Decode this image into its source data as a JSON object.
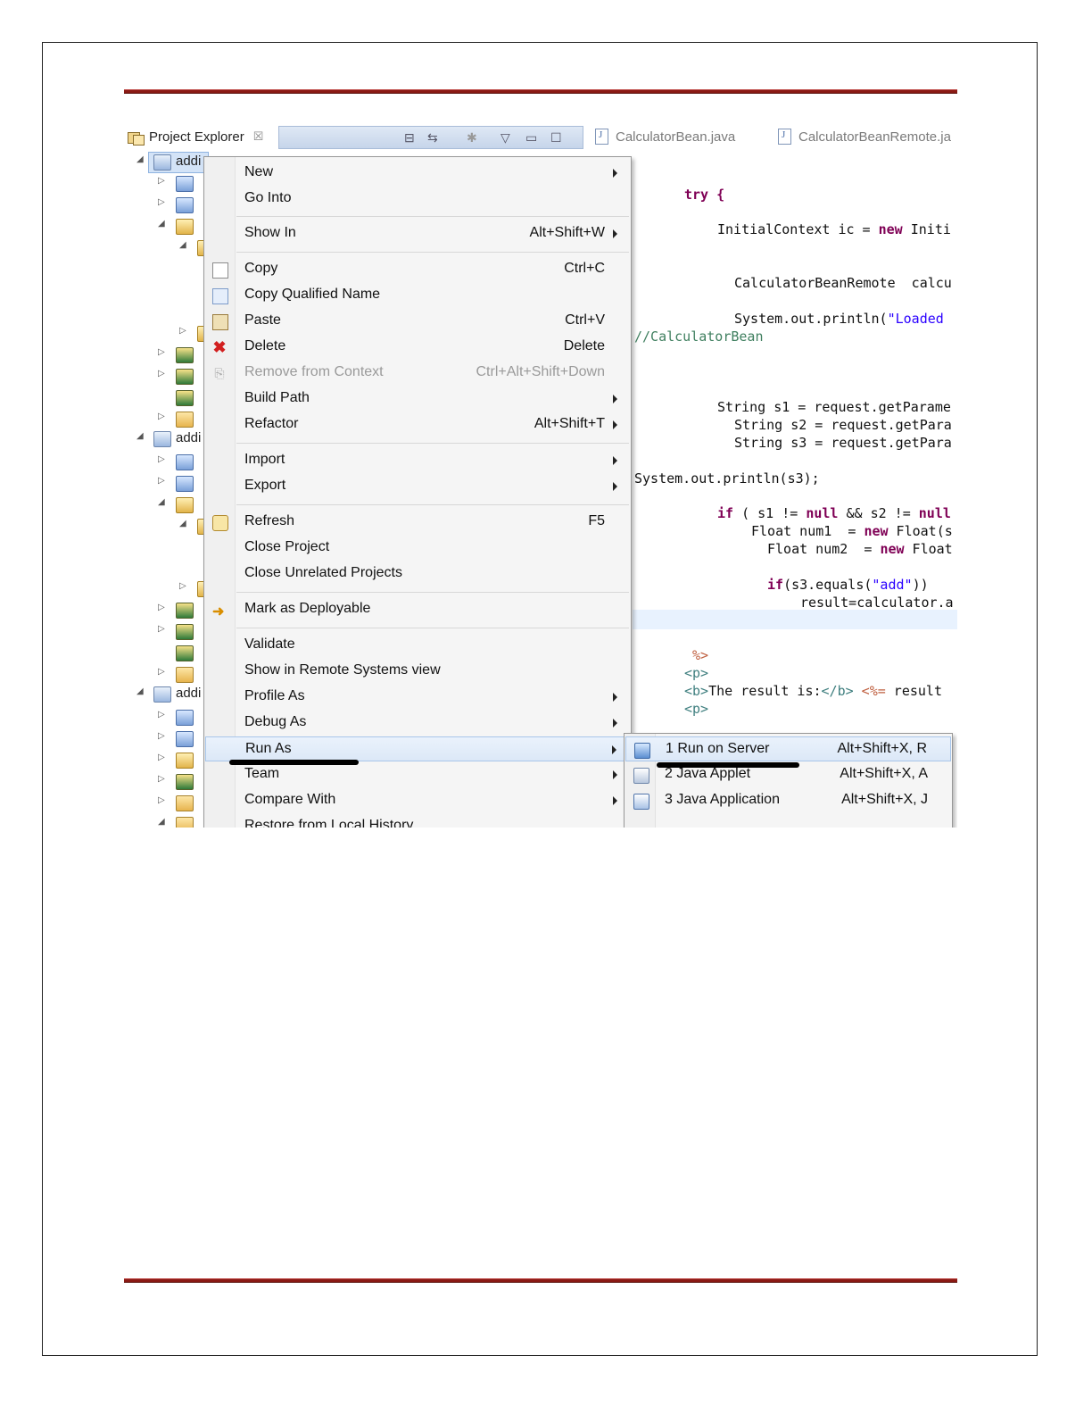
{
  "project_explorer": {
    "title": "Project Explorer",
    "close_glyph": "☒",
    "tree_label_prefix": "addi"
  },
  "editor": {
    "tabs": [
      "CalculatorBean.java",
      "CalculatorBeanRemote.ja"
    ],
    "code": {
      "l1": "try {",
      "l2a": "InitialContext ic = ",
      "l2b": "new",
      "l2c": " Initi",
      "l3": "CalculatorBeanRemote  calcu",
      "l4a": "System.out.println(",
      "l4b": "\"Loaded",
      "l5": "//CalculatorBean",
      "l6": "String s1 = request.getParame",
      "l7": "String s2 = request.getPara",
      "l8": "String s3 = request.getPara",
      "l9": "System.out.println(s3);",
      "l10a": "if",
      "l10b": " ( s1 != ",
      "l10c": "null",
      "l10d": " && s2 != ",
      "l10e": "null",
      "l11a": "Float num1  = ",
      "l11b": "new",
      "l11c": " Float(s",
      "l12a": "Float num2  = ",
      "l12b": "new",
      "l12c": " Float",
      "l13a": "if",
      "l13b": "(s3.equals(",
      "l13c": "\"add\"",
      "l13d": "))",
      "l14": "result=calculator.a",
      "l15": "%>",
      "l16": "<p>",
      "l17a": "<b>",
      "l17b": "The result is:",
      "l17c": "</b>",
      "l17d": " <%=",
      "l17e": " result",
      "l18": "<p>"
    }
  },
  "context_menu": {
    "items": [
      {
        "label": "New",
        "shortcut": ""
      },
      {
        "label": "Go Into",
        "shortcut": ""
      },
      {
        "label": "Show In",
        "shortcut": "Alt+Shift+W"
      },
      {
        "label": "Copy",
        "shortcut": "Ctrl+C"
      },
      {
        "label": "Copy Qualified Name",
        "shortcut": ""
      },
      {
        "label": "Paste",
        "shortcut": "Ctrl+V"
      },
      {
        "label": "Delete",
        "shortcut": "Delete"
      },
      {
        "label": "Remove from Context",
        "shortcut": "Ctrl+Alt+Shift+Down"
      },
      {
        "label": "Build Path",
        "shortcut": ""
      },
      {
        "label": "Refactor",
        "shortcut": "Alt+Shift+T"
      },
      {
        "label": "Import",
        "shortcut": ""
      },
      {
        "label": "Export",
        "shortcut": ""
      },
      {
        "label": "Refresh",
        "shortcut": "F5"
      },
      {
        "label": "Close Project",
        "shortcut": ""
      },
      {
        "label": "Close Unrelated Projects",
        "shortcut": ""
      },
      {
        "label": "Mark as Deployable",
        "shortcut": ""
      },
      {
        "label": "Validate",
        "shortcut": ""
      },
      {
        "label": "Show in Remote Systems view",
        "shortcut": ""
      },
      {
        "label": "Profile As",
        "shortcut": ""
      },
      {
        "label": "Debug As",
        "shortcut": ""
      },
      {
        "label": "Run As",
        "shortcut": ""
      },
      {
        "label": "Team",
        "shortcut": ""
      },
      {
        "label": "Compare With",
        "shortcut": ""
      },
      {
        "label": "Restore from Local History...",
        "shortcut": ""
      }
    ]
  },
  "run_as_submenu": {
    "items": [
      {
        "label": "1 Run on Server",
        "shortcut": "Alt+Shift+X, R"
      },
      {
        "label": "2 Java Applet",
        "shortcut": "Alt+Shift+X, A"
      },
      {
        "label": "3 Java Application",
        "shortcut": "Alt+Shift+X, J"
      }
    ]
  },
  "colors": {
    "rule": "#8b1a14",
    "keyword": "#7f0055",
    "string": "#2a00ff",
    "comment": "#3f7f5f",
    "menu_bg": "#f5f5f5",
    "hover": "#dce8f7"
  }
}
